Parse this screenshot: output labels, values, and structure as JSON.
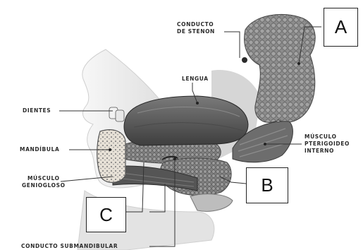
{
  "labels": {
    "conducto_stenon": [
      "CONDUCTO",
      "DE STENON"
    ],
    "lengua": "LENGUA",
    "dientes": "DIENTES",
    "mandibula": "MANDÍBULA",
    "musculo_geniogloso": [
      "MÚSCULO",
      "GENIOGLOSO"
    ],
    "musculo_pterigoideo": [
      "MÚSCULO",
      "PTERIGOIDEO",
      "INTERNO"
    ],
    "conducto_submandibular": "CONDUCTO SUBMANDIBULAR"
  },
  "answer_boxes": {
    "a": "A",
    "b": "B",
    "c": "C"
  },
  "colors": {
    "gland": "#8a8a8a",
    "tongue": "#5e5e5e",
    "face": "#e9e9e9",
    "leader_line": "#333333"
  }
}
